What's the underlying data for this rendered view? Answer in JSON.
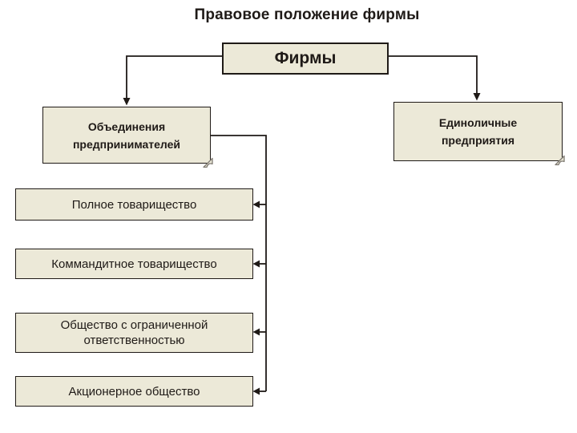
{
  "title": "Правовое положение фирмы",
  "root": {
    "label": "Фирмы"
  },
  "branches": [
    {
      "label": "Объединения предпринимателей"
    },
    {
      "label": "Единоличные предприятия"
    }
  ],
  "leaves": [
    {
      "label": "Полное товарищество"
    },
    {
      "label": "Коммандитное товарищество"
    },
    {
      "label": "Общество с ограниченной ответственностью"
    },
    {
      "label": "Акционерное общество"
    }
  ],
  "colors": {
    "background": "#ffffff",
    "box_fill": "#ece9d8",
    "box_border": "#1f1a17",
    "connector": "#1f1a17",
    "text": "#1f1a17",
    "fold_stroke": "#7f7b73"
  }
}
